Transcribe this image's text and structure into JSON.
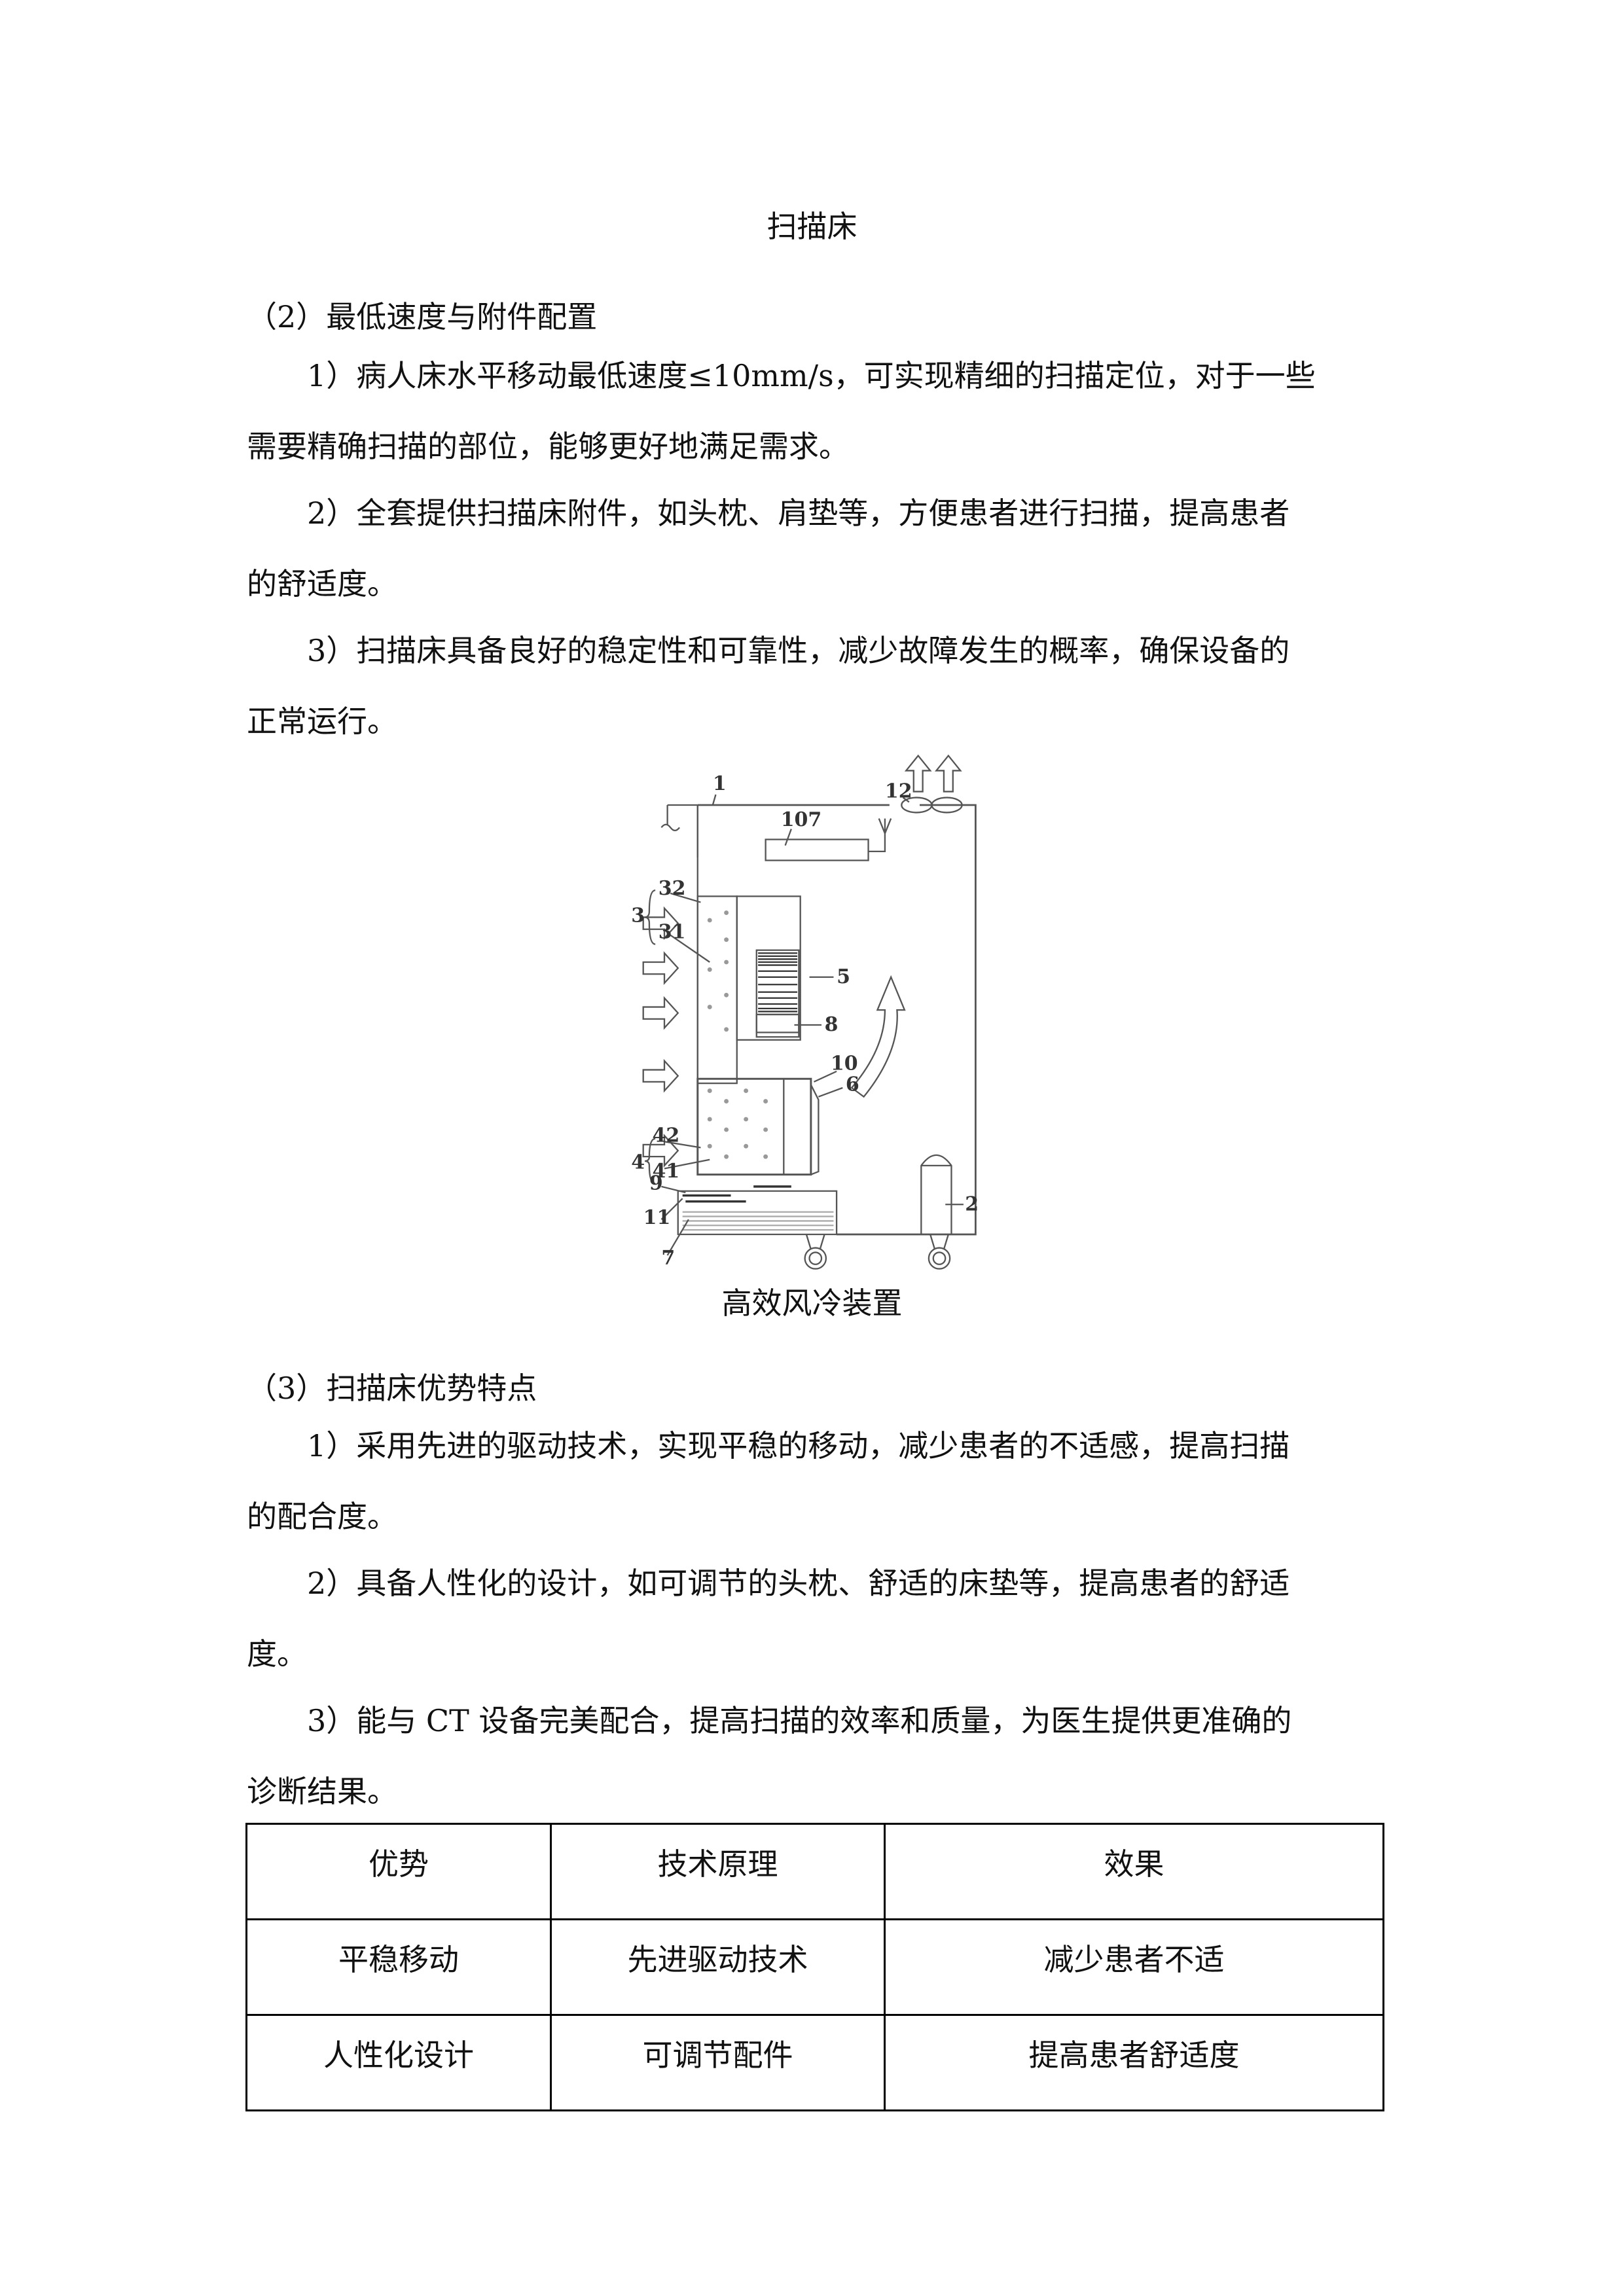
{
  "title": "扫描床",
  "section2": {
    "heading": "（2）最低速度与附件配置",
    "items": [
      {
        "lines": [
          "1）病人床水平移动最低速度≤10mm/s，可实现精细的扫描定位，对于一些",
          "需要精确扫描的部位，能够更好地满足需求。"
        ]
      },
      {
        "lines": [
          "2）全套提供扫描床附件，如头枕、肩垫等，方便患者进行扫描，提高患者",
          "的舒适度。"
        ]
      },
      {
        "lines": [
          "3）扫描床具备良好的稳定性和可靠性，减少故障发生的概率，确保设备的",
          "正常运行。"
        ]
      }
    ]
  },
  "figure": {
    "caption": "高效风冷装置",
    "labels": [
      "1",
      "107",
      "12",
      "32",
      "3",
      "31",
      "5",
      "8",
      "10",
      "6",
      "42",
      "4",
      "41",
      "9",
      "11",
      "7",
      "2"
    ]
  },
  "section3": {
    "heading": "（3）扫描床优势特点",
    "items": [
      {
        "lines": [
          "1）采用先进的驱动技术，实现平稳的移动，减少患者的不适感，提高扫描",
          "的配合度。"
        ]
      },
      {
        "lines": [
          "2）具备人性化的设计，如可调节的头枕、舒适的床垫等，提高患者的舒适",
          "度。"
        ]
      },
      {
        "lines": [
          "3）能与 CT 设备完美配合，提高扫描的效率和质量，为医生提供更准确的",
          "诊断结果。"
        ]
      }
    ]
  },
  "table": {
    "headers": [
      "优势",
      "技术原理",
      "效果"
    ],
    "rows": [
      [
        "平稳移动",
        "先进驱动技术",
        "减少患者不适"
      ],
      [
        "人性化设计",
        "可调节配件",
        "提高患者舒适度"
      ]
    ]
  }
}
